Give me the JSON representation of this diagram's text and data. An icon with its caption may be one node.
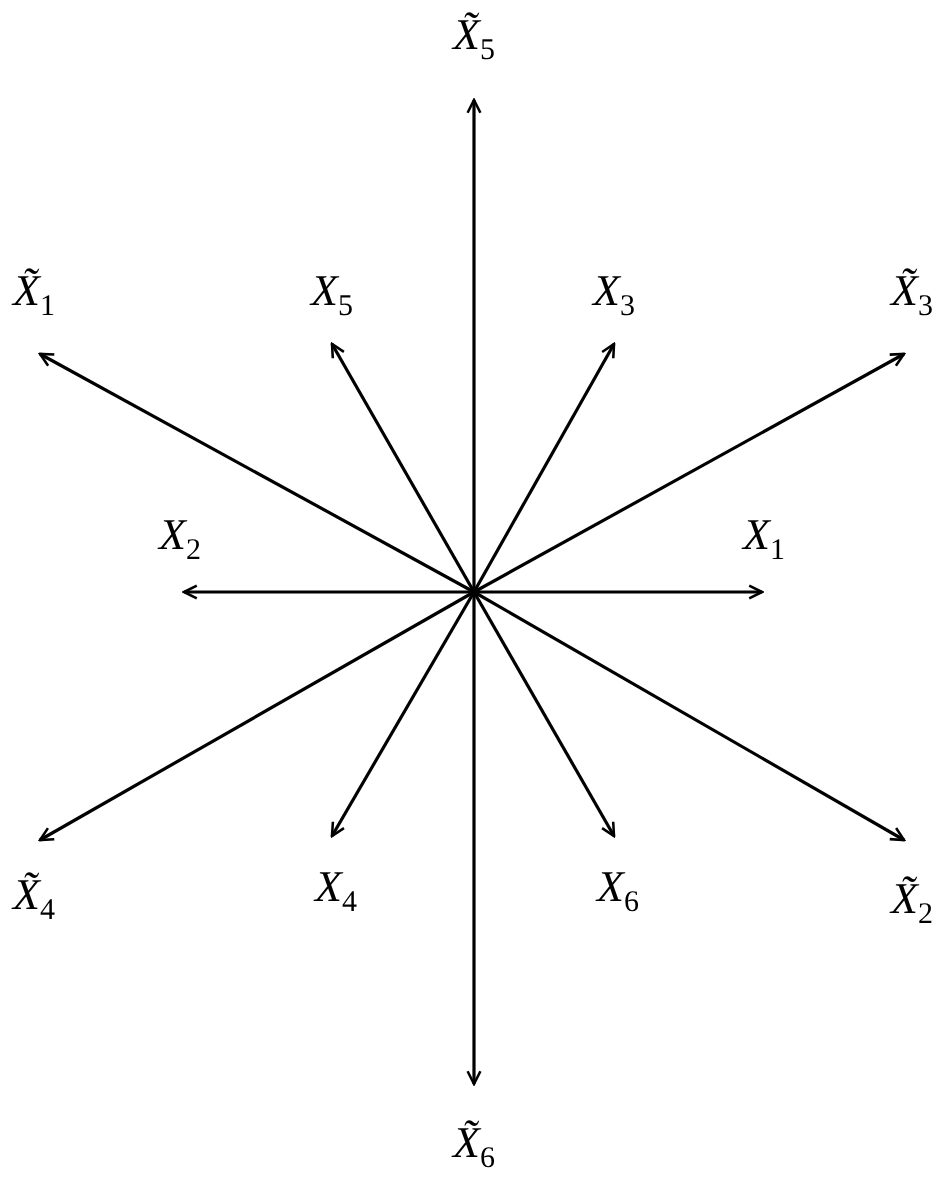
{
  "diagram": {
    "nodes": [
      {
        "text": [
          "X̃$_{5}$"
        ]
      },
      {
        "text": [
          "X̃$_{1}$"
        ]
      },
      {
        "text": [
          "X$_{5}$"
        ]
      },
      {
        "text": [
          "X$_{3}$"
        ]
      },
      {
        "text": [
          "X̃$_{3}$"
        ]
      },
      {
        "text": [
          "X$_{2}$"
        ]
      },
      {
        "text": [
          "X$_{1}$"
        ]
      },
      {
        "text": [
          "X̃$_{4}$"
        ]
      },
      {
        "text": [
          "X$_{4}$"
        ]
      },
      {
        "text": [
          "X$_{6}$"
        ]
      },
      {
        "text": [
          "X̃$_{2}$"
        ]
      },
      {
        "text": [
          "X̃$_{6}$"
        ]
      }
    ],
    "edges": [
      {
        "from": null,
        "to": 0,
        "arrow": "to"
      },
      {
        "from": null,
        "to": 1,
        "arrow": "to"
      },
      {
        "from": null,
        "to": 2,
        "arrow": "to"
      },
      {
        "from": null,
        "to": 3,
        "arrow": "to"
      },
      {
        "from": null,
        "to": 4,
        "arrow": "to"
      },
      {
        "from": null,
        "to": 5,
        "arrow": "to"
      },
      {
        "from": null,
        "to": 6,
        "arrow": "to"
      },
      {
        "from": null,
        "to": 7,
        "arrow": "to"
      },
      {
        "from": null,
        "to": 8,
        "arrow": "to"
      },
      {
        "from": null,
        "to": 9,
        "arrow": "to"
      },
      {
        "from": null,
        "to": 10,
        "arrow": "to"
      },
      {
        "from": null,
        "to": 11,
        "arrow": "to"
      }
    ]
  }
}
